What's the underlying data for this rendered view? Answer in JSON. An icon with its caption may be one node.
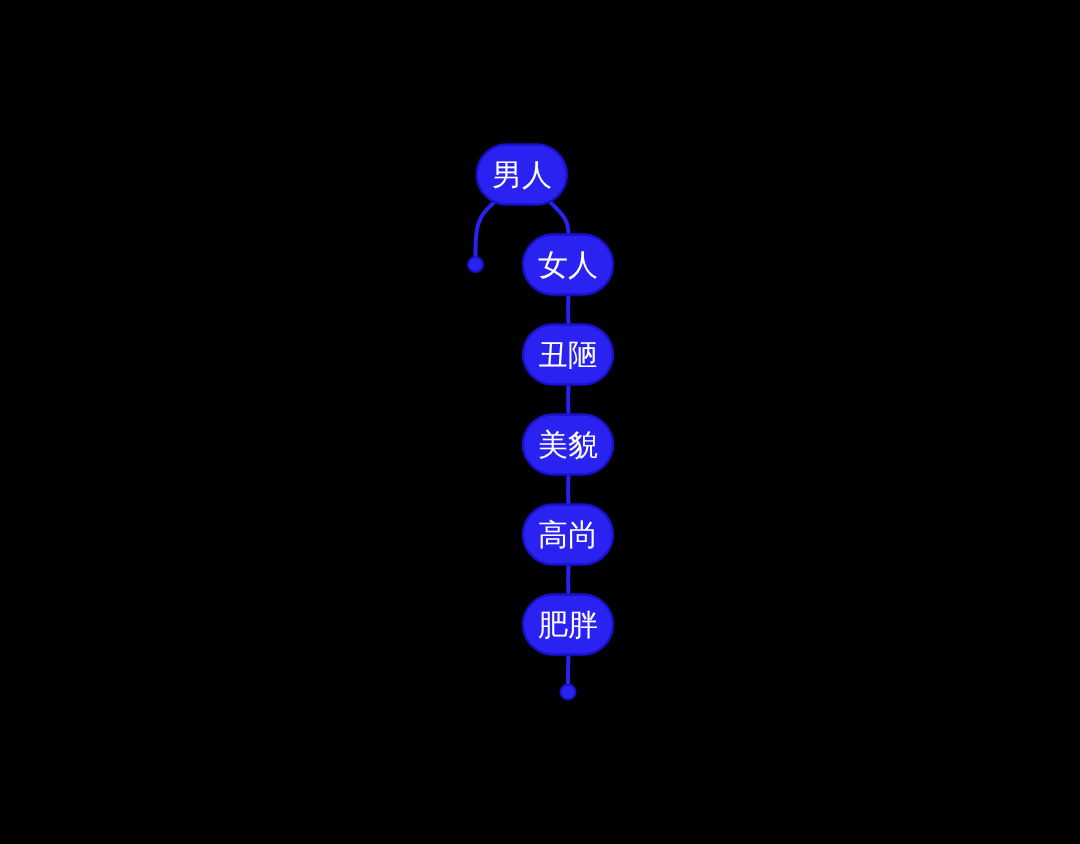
{
  "diagram": {
    "nodes": [
      {
        "text": [],
        "shape": "circle"
      },
      {
        "text": [
          "男人"
        ]
      },
      {
        "text": [
          "女人"
        ]
      },
      {
        "text": [
          "丑陋"
        ]
      },
      {
        "text": [
          "美貌"
        ]
      },
      {
        "text": [
          "高尚"
        ]
      },
      {
        "text": [
          "肥胖"
        ]
      },
      {
        "text": [],
        "shape": "circle"
      }
    ],
    "edges": [
      {
        "from": 1,
        "to": 0,
        "arrow": "none"
      },
      {
        "from": 1,
        "to": 2,
        "arrow": "none"
      },
      {
        "from": 2,
        "to": 3,
        "arrow": "none"
      },
      {
        "from": 3,
        "to": 4,
        "arrow": "none"
      },
      {
        "from": 4,
        "to": 5,
        "arrow": "none"
      },
      {
        "from": 5,
        "to": 6,
        "arrow": "none"
      },
      {
        "from": 6,
        "to": 7,
        "arrow": "none"
      }
    ]
  }
}
